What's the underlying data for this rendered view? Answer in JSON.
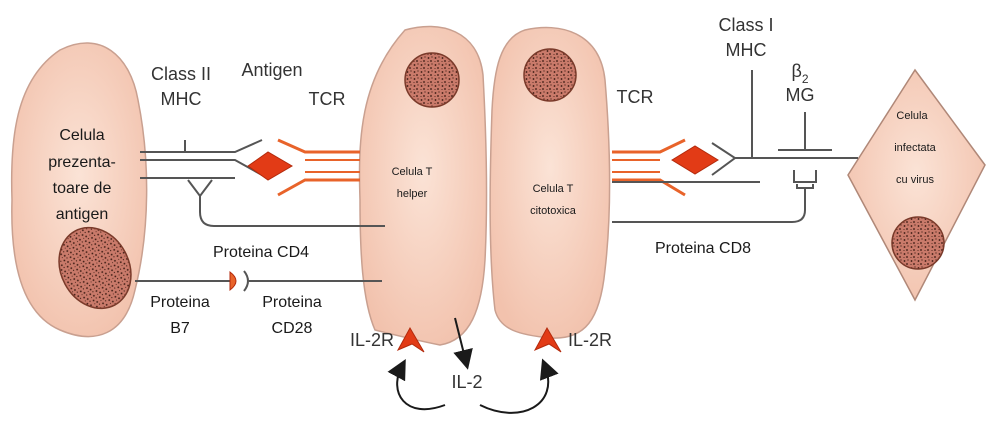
{
  "colors": {
    "cell_fill": "#f7d3c3",
    "cell_edge": "#c9a090",
    "nucleus_fill": "#c97a6a",
    "nucleus_edge": "#7a3a2a",
    "receptor_orange": "#e8632a",
    "antigen_red": "#e23b16",
    "line_gray": "#555555"
  },
  "cells": {
    "apc": {
      "label_lines": [
        "Celula",
        "prezenta-",
        "toare de",
        "antigen"
      ]
    },
    "th": {
      "label_lines": [
        "Celula T",
        "helper"
      ]
    },
    "tc": {
      "label_lines": [
        "Celula T",
        "citotoxica"
      ]
    },
    "infected": {
      "label_lines": [
        "Celula",
        "infectata",
        "cu virus"
      ]
    }
  },
  "labels": {
    "class2_line1": "Class II",
    "class2_line2": "MHC",
    "antigen": "Antigen",
    "tcr_left": "TCR",
    "tcr_right": "TCR",
    "class1_line1": "Class I",
    "class1_line2": "MHC",
    "b2_symbol": "β",
    "b2_sub": "2",
    "b2_mg": "MG",
    "cd4": "Proteina CD4",
    "cd8": "Proteina CD8",
    "b7_line1": "Proteina",
    "b7_line2": "B7",
    "cd28_line1": "Proteina",
    "cd28_line2": "CD28",
    "il2r_left": "IL-2R",
    "il2r_right": "IL-2R",
    "il2": "IL-2"
  },
  "icons": [
    "nucleus-icon",
    "antigen-diamond-icon",
    "receptor-arrow-icon"
  ]
}
